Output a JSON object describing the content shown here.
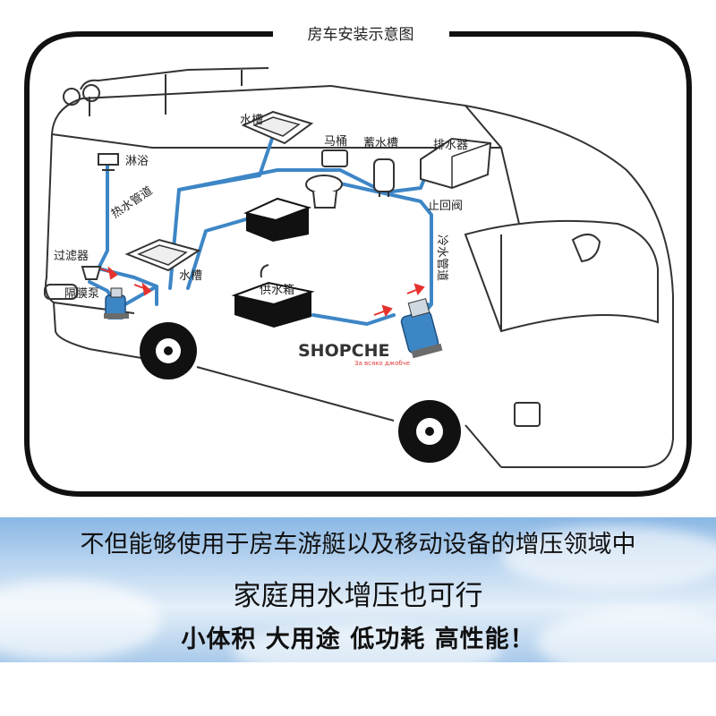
{
  "diagram": {
    "title": "房车安装示意图",
    "labels": {
      "shower": "淋浴",
      "hot_pipe": "热水管道",
      "sink_top": "水槽",
      "toilet": "马桶",
      "storage_tank": "蓄水槽",
      "drain_tank": "排水器",
      "check_valve": "止回阀",
      "filter": "过滤器",
      "sink_bottom": "水槽",
      "diaphragm_pump": "隔膜泵",
      "supply_tank": "供水箱",
      "cold_pipe": "冷水管道"
    },
    "colors": {
      "pipe": "#3d86c6",
      "arrow": "#e5322d",
      "frame": "#111111"
    }
  },
  "watermark": {
    "brand": "SHOPCHE",
    "tagline": "За всяко джобче"
  },
  "banner": {
    "line1": "不但能够使用于房车游艇以及移动设备的增压领域中",
    "line2": "家庭用水增压也可行",
    "line3": "小体积  大用途  低功耗  高性能！"
  }
}
